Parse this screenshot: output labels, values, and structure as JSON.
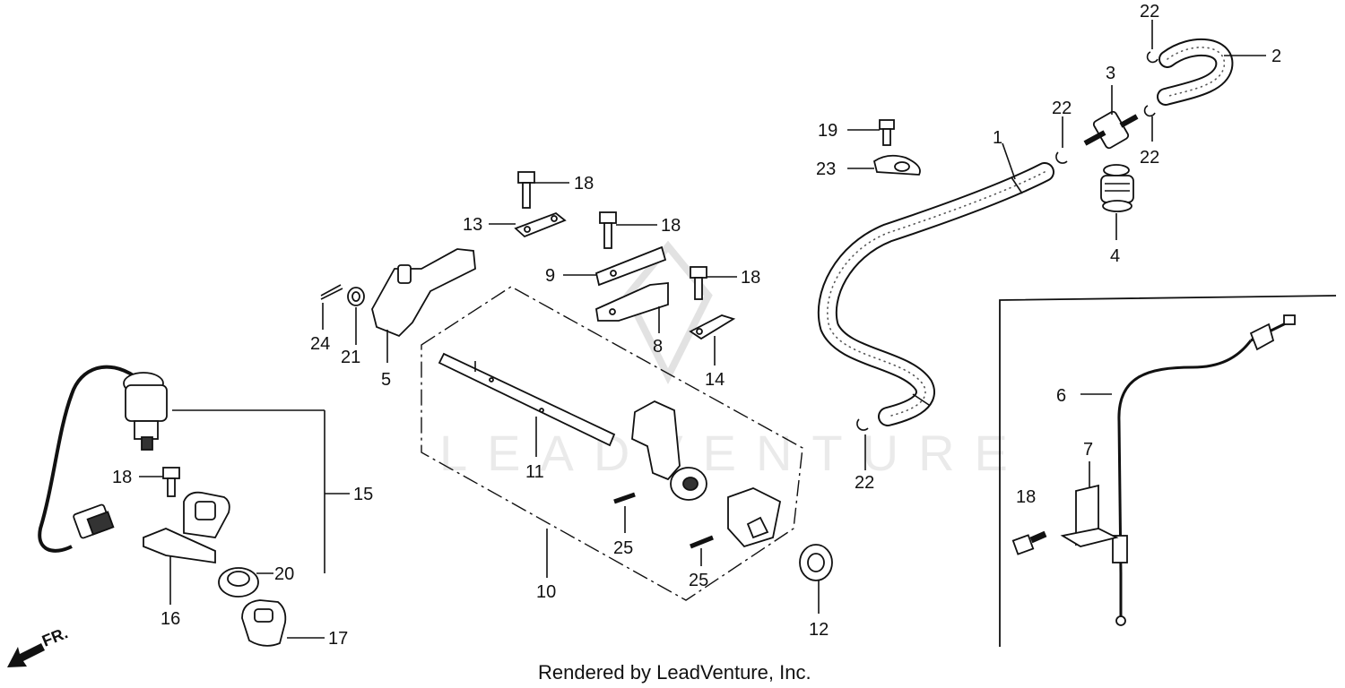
{
  "labels": [
    {
      "id": "1",
      "text": "1"
    },
    {
      "id": "2",
      "text": "2"
    },
    {
      "id": "3",
      "text": "3"
    },
    {
      "id": "4",
      "text": "4"
    },
    {
      "id": "5",
      "text": "5"
    },
    {
      "id": "6",
      "text": "6"
    },
    {
      "id": "7",
      "text": "7"
    },
    {
      "id": "8",
      "text": "8"
    },
    {
      "id": "9",
      "text": "9"
    },
    {
      "id": "10",
      "text": "10"
    },
    {
      "id": "11",
      "text": "11"
    },
    {
      "id": "12",
      "text": "12"
    },
    {
      "id": "13",
      "text": "13"
    },
    {
      "id": "14",
      "text": "14"
    },
    {
      "id": "15",
      "text": "15"
    },
    {
      "id": "16",
      "text": "16"
    },
    {
      "id": "17",
      "text": "17"
    },
    {
      "id": "18a",
      "text": "18"
    },
    {
      "id": "18b",
      "text": "18"
    },
    {
      "id": "18c",
      "text": "18"
    },
    {
      "id": "18d",
      "text": "18"
    },
    {
      "id": "18e",
      "text": "18"
    },
    {
      "id": "19",
      "text": "19"
    },
    {
      "id": "20",
      "text": "20"
    },
    {
      "id": "21",
      "text": "21"
    },
    {
      "id": "22a",
      "text": "22"
    },
    {
      "id": "22b",
      "text": "22"
    },
    {
      "id": "22c",
      "text": "22"
    },
    {
      "id": "22d",
      "text": "22"
    },
    {
      "id": "23",
      "text": "23"
    },
    {
      "id": "24",
      "text": "24"
    },
    {
      "id": "25a",
      "text": "25"
    },
    {
      "id": "25b",
      "text": "25"
    }
  ],
  "direction": {
    "text": "FR."
  },
  "watermark": {
    "text": "LEADVENTURE"
  },
  "caption": {
    "text": "Rendered by LeadVenture, Inc."
  }
}
